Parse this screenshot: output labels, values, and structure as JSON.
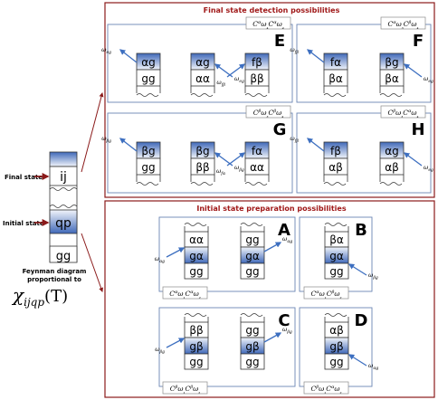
{
  "colors": {
    "group_border": "#8b1a1a",
    "group_title": "#a01818",
    "panel_border": "#6b86b4",
    "tag_border": "#8a8a8a",
    "fill_light": "#e9eef8",
    "fill_dark": "#3f68b8",
    "arrow": "#3d6fc0",
    "pointer": "#8b1a1a"
  },
  "left": {
    "final_label": "Final state",
    "initial_label": "Initial state",
    "final_state": "ij",
    "initial_state": "qp",
    "ground_state": "gg",
    "caption_line1": "Feynman diagram",
    "caption_line2": "proportional to",
    "chi_symbol": "χ",
    "chi_subscript": "ijqp",
    "chi_argument": "(T)"
  },
  "final_group": {
    "title": "Final state detection possibilities",
    "panels": [
      {
        "letter": "E",
        "tag_base": "C",
        "tag": "ω₄ ω₄",
        "tag_sup1": "α",
        "tag_sup2": "α",
        "diagrams": [
          {
            "top": "αg",
            "bottom": "gg",
            "out": "ω",
            "out_sub": "eg"
          },
          {
            "top": "αg",
            "bottom": "αα",
            "in": "ω",
            "in_sub": "eg"
          }
        ],
        "third": {
          "top": "fβ",
          "bottom": "ββ",
          "in": "ω",
          "in_sub": "fβ"
        }
      },
      {
        "letter": "F",
        "tag_base": "C",
        "tag": "ω₃ ω₄",
        "tag_sup1": "α",
        "tag_sup2": "β",
        "diagrams": [
          {
            "top": "fα",
            "bottom": "βα",
            "out": "ω",
            "out_sub": "fβ"
          },
          {
            "top": "βg",
            "bottom": "βα",
            "in": "ω",
            "in_sub": "eg"
          }
        ]
      },
      {
        "letter": "G",
        "tag_base": "C",
        "tag": "ω₃ ω₄",
        "tag_sup1": "β",
        "tag_sup2": "β",
        "diagrams": [
          {
            "top": "βg",
            "bottom": "gg",
            "out": "ω",
            "out_sub": "βg"
          },
          {
            "top": "βg",
            "bottom": "ββ",
            "in": "ω",
            "in_sub": "βg"
          }
        ],
        "third": {
          "top": "fα",
          "bottom": "αα",
          "in": "ω",
          "in_sub": "fα"
        }
      },
      {
        "letter": "H",
        "tag_base": "C",
        "tag": "ω₃ ω₄",
        "tag_sup1": "β",
        "tag_sup2": "α",
        "diagrams": [
          {
            "top": "fβ",
            "bottom": "αβ",
            "out": "ω",
            "out_sub": "fβ"
          },
          {
            "top": "αg",
            "bottom": "αβ",
            "in": "ω",
            "in_sub": "eg"
          }
        ]
      }
    ]
  },
  "initial_group": {
    "title": "Initial state preparation possibilities",
    "panels": [
      {
        "letter": "A",
        "tag_base": "C",
        "tag": "ω₁ ω₂",
        "tag_sup1": "α",
        "tag_sup2": "α",
        "diagrams": [
          {
            "top": "αα",
            "mid": "gα",
            "bottom": "gg",
            "in": "ω",
            "in_sub": "αg"
          },
          {
            "top": "gg",
            "mid": "gα",
            "bottom": "gg",
            "out": "ω",
            "out_sub": "αg"
          }
        ]
      },
      {
        "letter": "B",
        "tag_base": "C",
        "tag": "ω₁ ω₂",
        "tag_sup1": "α",
        "tag_sup2": "β",
        "diagrams": [
          {
            "top": "βα",
            "mid": "gα",
            "bottom": "gg",
            "in": "ω",
            "in_sub": "βg"
          }
        ]
      },
      {
        "letter": "C",
        "tag_base": "C",
        "tag": "ω₁ ω₂",
        "tag_sup1": "β",
        "tag_sup2": "β",
        "diagrams": [
          {
            "top": "ββ",
            "mid": "gβ",
            "bottom": "gg",
            "in": "ω",
            "in_sub": "βg"
          },
          {
            "top": "gg",
            "mid": "gβ",
            "bottom": "gg",
            "out": "ω",
            "out_sub": "βg"
          }
        ]
      },
      {
        "letter": "D",
        "tag_base": "C",
        "tag": "ω₁ ω₂",
        "tag_sup1": "β",
        "tag_sup2": "α",
        "diagrams": [
          {
            "top": "αβ",
            "mid": "gβ",
            "bottom": "gg",
            "in": "ω",
            "in_sub": "αg"
          }
        ]
      }
    ]
  }
}
